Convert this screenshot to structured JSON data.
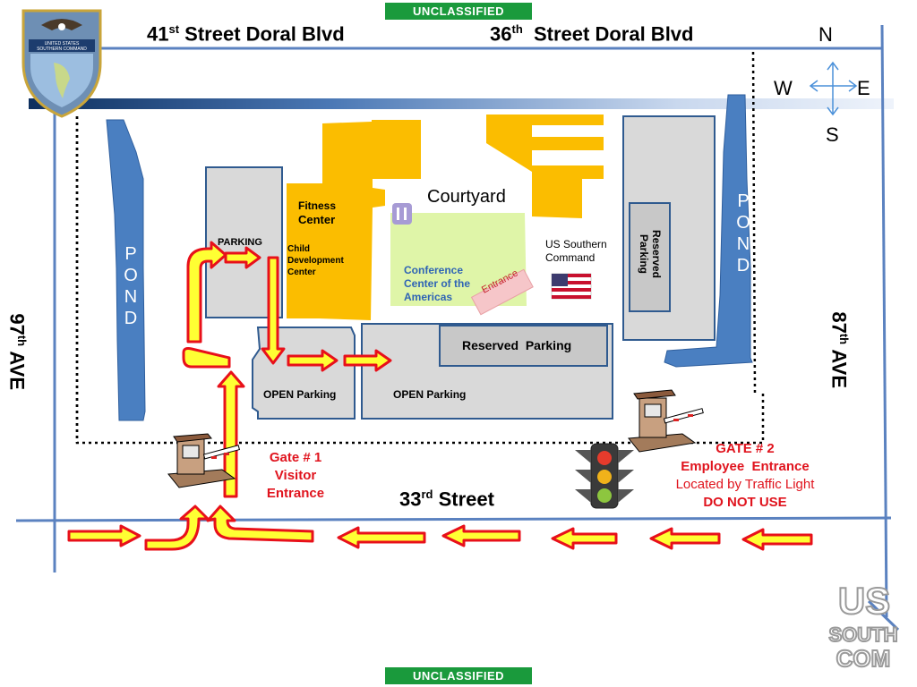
{
  "banner": {
    "top": "UNCLASSIFIED",
    "bottom": "UNCLASSIFIED"
  },
  "streets": {
    "s41": {
      "num": "41",
      "sup": "st",
      "rest": " Street Doral Blvd"
    },
    "s36": {
      "num": "36",
      "sup": "th",
      "rest": "  Street Doral Blvd"
    },
    "s33": {
      "num": "33",
      "sup": "rd",
      "rest": " Street"
    },
    "ave97": {
      "num": "97",
      "sup": "th",
      "rest": " AVE"
    },
    "ave87": {
      "num": "87",
      "sup": "th",
      "rest": " AVE"
    }
  },
  "compass": {
    "n": "N",
    "s": "S",
    "e": "E",
    "w": "W"
  },
  "ponds": {
    "left": [
      "P",
      "O",
      "N",
      "D"
    ],
    "right": [
      "P",
      "O",
      "N",
      "D"
    ]
  },
  "buildings": {
    "fitness_line1": "Fitness",
    "fitness_line2": "Center",
    "child_line1": "Child",
    "child_line2": "Development",
    "child_line3": "Center",
    "courtyard": "Courtyard",
    "conference_line1": "Conference",
    "conference_line2": "Center of the",
    "conference_line3": "Americas",
    "entrance": "Entrance",
    "hq_line1": "US Southern",
    "hq_line2": "Command"
  },
  "parking": {
    "parking": "PARKING",
    "open1": "OPEN Parking",
    "open2": "OPEN Parking",
    "reserved_h": "Reserved  Parking",
    "reserved_v_line1": "Reserved",
    "reserved_v_line2": "Parking"
  },
  "gates": {
    "gate1_line1": "Gate # 1",
    "gate1_line2": "Visitor",
    "gate1_line3": "Entrance",
    "gate2_line1": "GATE # 2",
    "gate2_line2": "Employee  Entrance",
    "gate2_line3": "Located by Traffic Light",
    "gate2_line4": "DO NOT USE"
  },
  "seal": {
    "line1": "UNITED STATES",
    "line2": "SOUTHERN COMMAND"
  },
  "logo": {
    "line1": "US",
    "line2": "SOUTH",
    "line3": "COM"
  },
  "colors": {
    "building": "#fbbd00",
    "pond": "#4a7fc1",
    "courtyard": "#dff5a8",
    "lot": "#d9d9d9",
    "road": "#5b82c0",
    "arrow_fill": "#ffff33",
    "arrow_stroke": "#e8101a",
    "text_red": "#e0141e"
  },
  "icons": [
    "traffic-light-icon",
    "gate-booth-icon",
    "us-flag-icon",
    "dining-icon",
    "compass-icon",
    "southcom-seal-icon"
  ]
}
